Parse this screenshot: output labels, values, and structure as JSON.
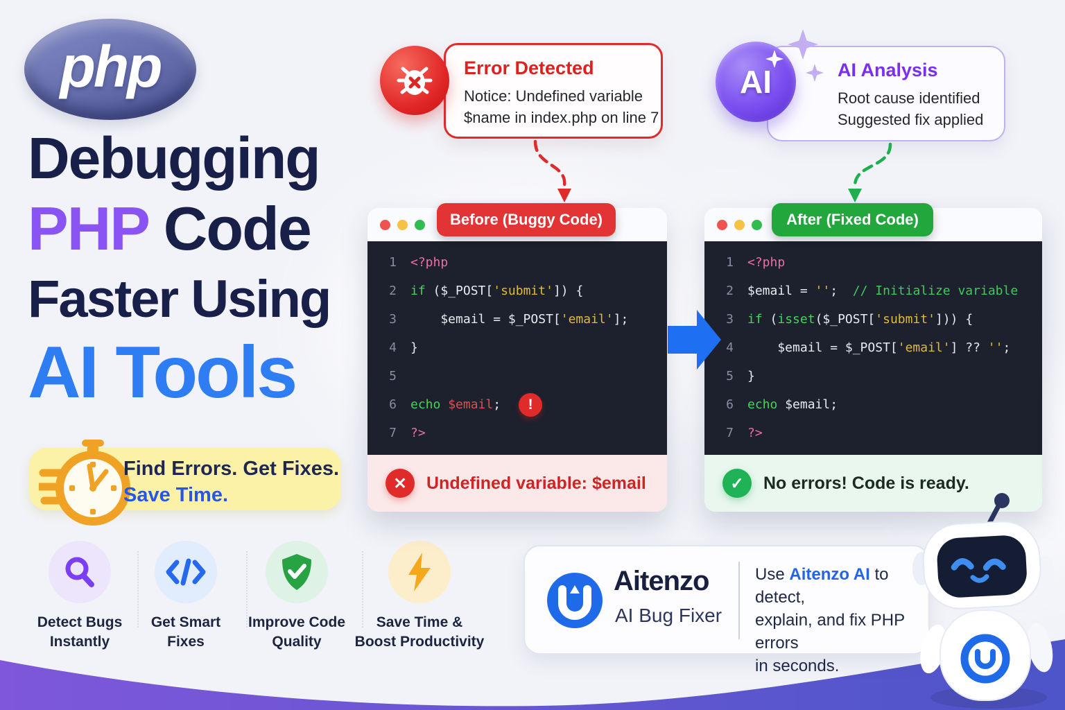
{
  "php_badge": {
    "label": "php"
  },
  "headline": {
    "l1": "Debugging",
    "l2_accent": "PHP",
    "l2_rest": " Code",
    "l3": "Faster Using",
    "l4": "AI Tools"
  },
  "error_callout": {
    "title": "Error Detected",
    "body1": "Notice: Undefined variable",
    "body2": "$name in index.php on line 7"
  },
  "ai_callout": {
    "badge": "AI",
    "title": "AI Analysis",
    "body1": "Root cause identified",
    "body2": "Suggested fix applied"
  },
  "icons": {
    "close": "✕",
    "check": "✓",
    "exclaim": "!"
  },
  "windows": {
    "before": {
      "tab": "Before (Buggy Code)",
      "footer": "Undefined variable: $email",
      "lines": [
        {
          "n": "1",
          "t": [
            {
              "s": "<?php",
              "c": "pink"
            }
          ]
        },
        {
          "n": "2",
          "t": [
            {
              "s": "if",
              "c": "kw"
            },
            {
              "s": " ($_POST[",
              "c": "plain"
            },
            {
              "s": "'submit'",
              "c": "str"
            },
            {
              "s": "]) {",
              "c": "plain"
            }
          ]
        },
        {
          "n": "3",
          "t": [
            {
              "s": "    $email = $_POST[",
              "c": "plain"
            },
            {
              "s": "'email'",
              "c": "str"
            },
            {
              "s": "];",
              "c": "plain"
            }
          ]
        },
        {
          "n": "4",
          "t": [
            {
              "s": "}",
              "c": "plain"
            }
          ]
        },
        {
          "n": "5",
          "t": []
        },
        {
          "n": "6",
          "t": [
            {
              "s": "echo",
              "c": "kw"
            },
            {
              "s": " ",
              "c": "plain"
            },
            {
              "s": "$email",
              "c": "err"
            },
            {
              "s": ";",
              "c": "plain"
            }
          ],
          "badge": true
        },
        {
          "n": "7",
          "t": [
            {
              "s": "?>",
              "c": "pink"
            }
          ]
        }
      ]
    },
    "after": {
      "tab": "After (Fixed Code)",
      "footer": "No errors! Code is ready.",
      "lines": [
        {
          "n": "1",
          "t": [
            {
              "s": "<?php",
              "c": "pink"
            }
          ]
        },
        {
          "n": "2",
          "t": [
            {
              "s": "$email = ",
              "c": "plain"
            },
            {
              "s": "''",
              "c": "str"
            },
            {
              "s": ";  ",
              "c": "plain"
            },
            {
              "s": "// Initialize variable",
              "c": "cmt"
            }
          ]
        },
        {
          "n": "3",
          "t": [
            {
              "s": "if",
              "c": "kw"
            },
            {
              "s": " (",
              "c": "plain"
            },
            {
              "s": "isset",
              "c": "kw"
            },
            {
              "s": "($_POST[",
              "c": "plain"
            },
            {
              "s": "'submit'",
              "c": "str"
            },
            {
              "s": "])) {",
              "c": "plain"
            }
          ]
        },
        {
          "n": "4",
          "t": [
            {
              "s": "    $email = $_POST[",
              "c": "plain"
            },
            {
              "s": "'email'",
              "c": "str"
            },
            {
              "s": "] ?? ",
              "c": "plain"
            },
            {
              "s": "''",
              "c": "str"
            },
            {
              "s": ";",
              "c": "plain"
            }
          ]
        },
        {
          "n": "5",
          "t": [
            {
              "s": "}",
              "c": "plain"
            }
          ]
        },
        {
          "n": "6",
          "t": [
            {
              "s": "echo",
              "c": "kw"
            },
            {
              "s": " $email;",
              "c": "plain"
            }
          ]
        },
        {
          "n": "7",
          "t": [
            {
              "s": "?>",
              "c": "pink"
            }
          ]
        }
      ]
    }
  },
  "banner": {
    "l1": "Find Errors. Get Fixes.",
    "l2": "Save Time."
  },
  "features": [
    {
      "l1": "Detect Bugs",
      "l2": "Instantly",
      "icon": "magnifier-icon"
    },
    {
      "l1": "Get Smart",
      "l2": "Fixes",
      "icon": "code-icon"
    },
    {
      "l1": "Improve Code",
      "l2": "Quality",
      "icon": "shield-check-icon"
    },
    {
      "l1": "Save Time &",
      "l2": "Boost Productivity",
      "icon": "lightning-icon"
    }
  ],
  "brand": {
    "name": "Aitenzo",
    "tagline": "AI Bug Fixer",
    "desc_pre": "Use ",
    "desc_link": "Aitenzo AI",
    "desc_post": " to detect,",
    "desc_line2": "explain, and fix PHP errors",
    "desc_line3": "in seconds."
  },
  "colors": {
    "accent_purple": "#8a53f3",
    "accent_blue": "#2e7df2",
    "error_red": "#e02b2b",
    "success_green": "#22a73d",
    "banner_yellow": "#fbf1a7",
    "code_bg": "#1c212d",
    "wave_left": "#7e57da",
    "wave_right": "#4d55c8",
    "brand_blue": "#1f6ae8"
  }
}
